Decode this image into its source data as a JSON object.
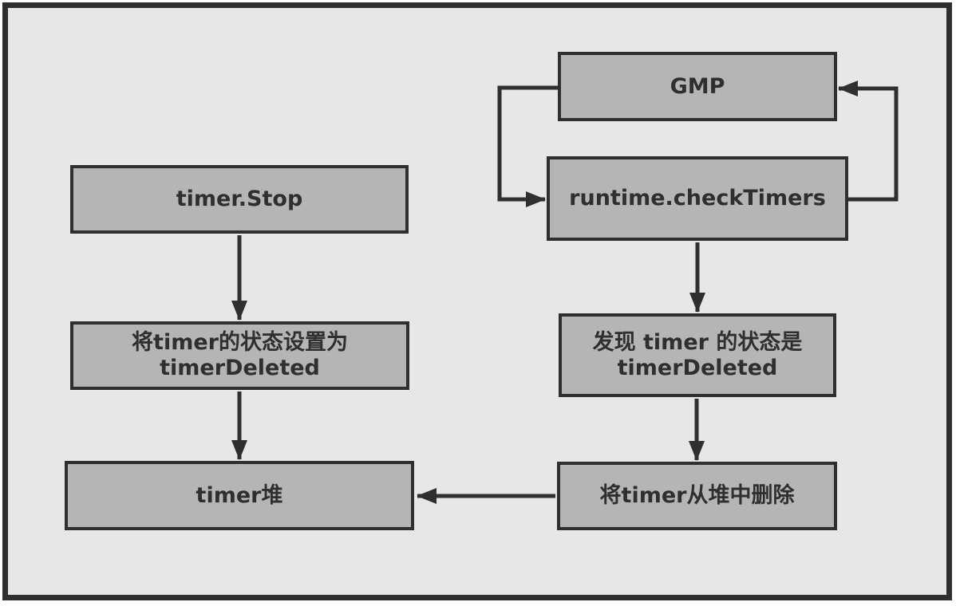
{
  "diagram": {
    "colors": {
      "background": "#e7e7e7",
      "node_fill": "#b5b5b5",
      "stroke": "#2f2f2f",
      "frame_border": "#2f2f2f"
    },
    "nodes": {
      "timer_stop": {
        "label": "timer.Stop"
      },
      "set_state": {
        "label": "将timer的状态设置为\ntimerDeleted"
      },
      "timer_heap": {
        "label": "timer堆"
      },
      "gmp": {
        "label": "GMP"
      },
      "check_timers": {
        "label": "runtime.checkTimers"
      },
      "found_deleted": {
        "label": "发现 timer 的状态是\ntimerDeleted"
      },
      "remove_from_heap": {
        "label": "将timer从堆中删除"
      }
    },
    "edges": [
      {
        "from": "timer_stop",
        "to": "set_state"
      },
      {
        "from": "set_state",
        "to": "timer_heap"
      },
      {
        "from": "gmp",
        "to": "check_timers"
      },
      {
        "from": "check_timers",
        "to": "gmp"
      },
      {
        "from": "check_timers",
        "to": "found_deleted"
      },
      {
        "from": "found_deleted",
        "to": "remove_from_heap"
      },
      {
        "from": "remove_from_heap",
        "to": "timer_heap"
      }
    ]
  }
}
